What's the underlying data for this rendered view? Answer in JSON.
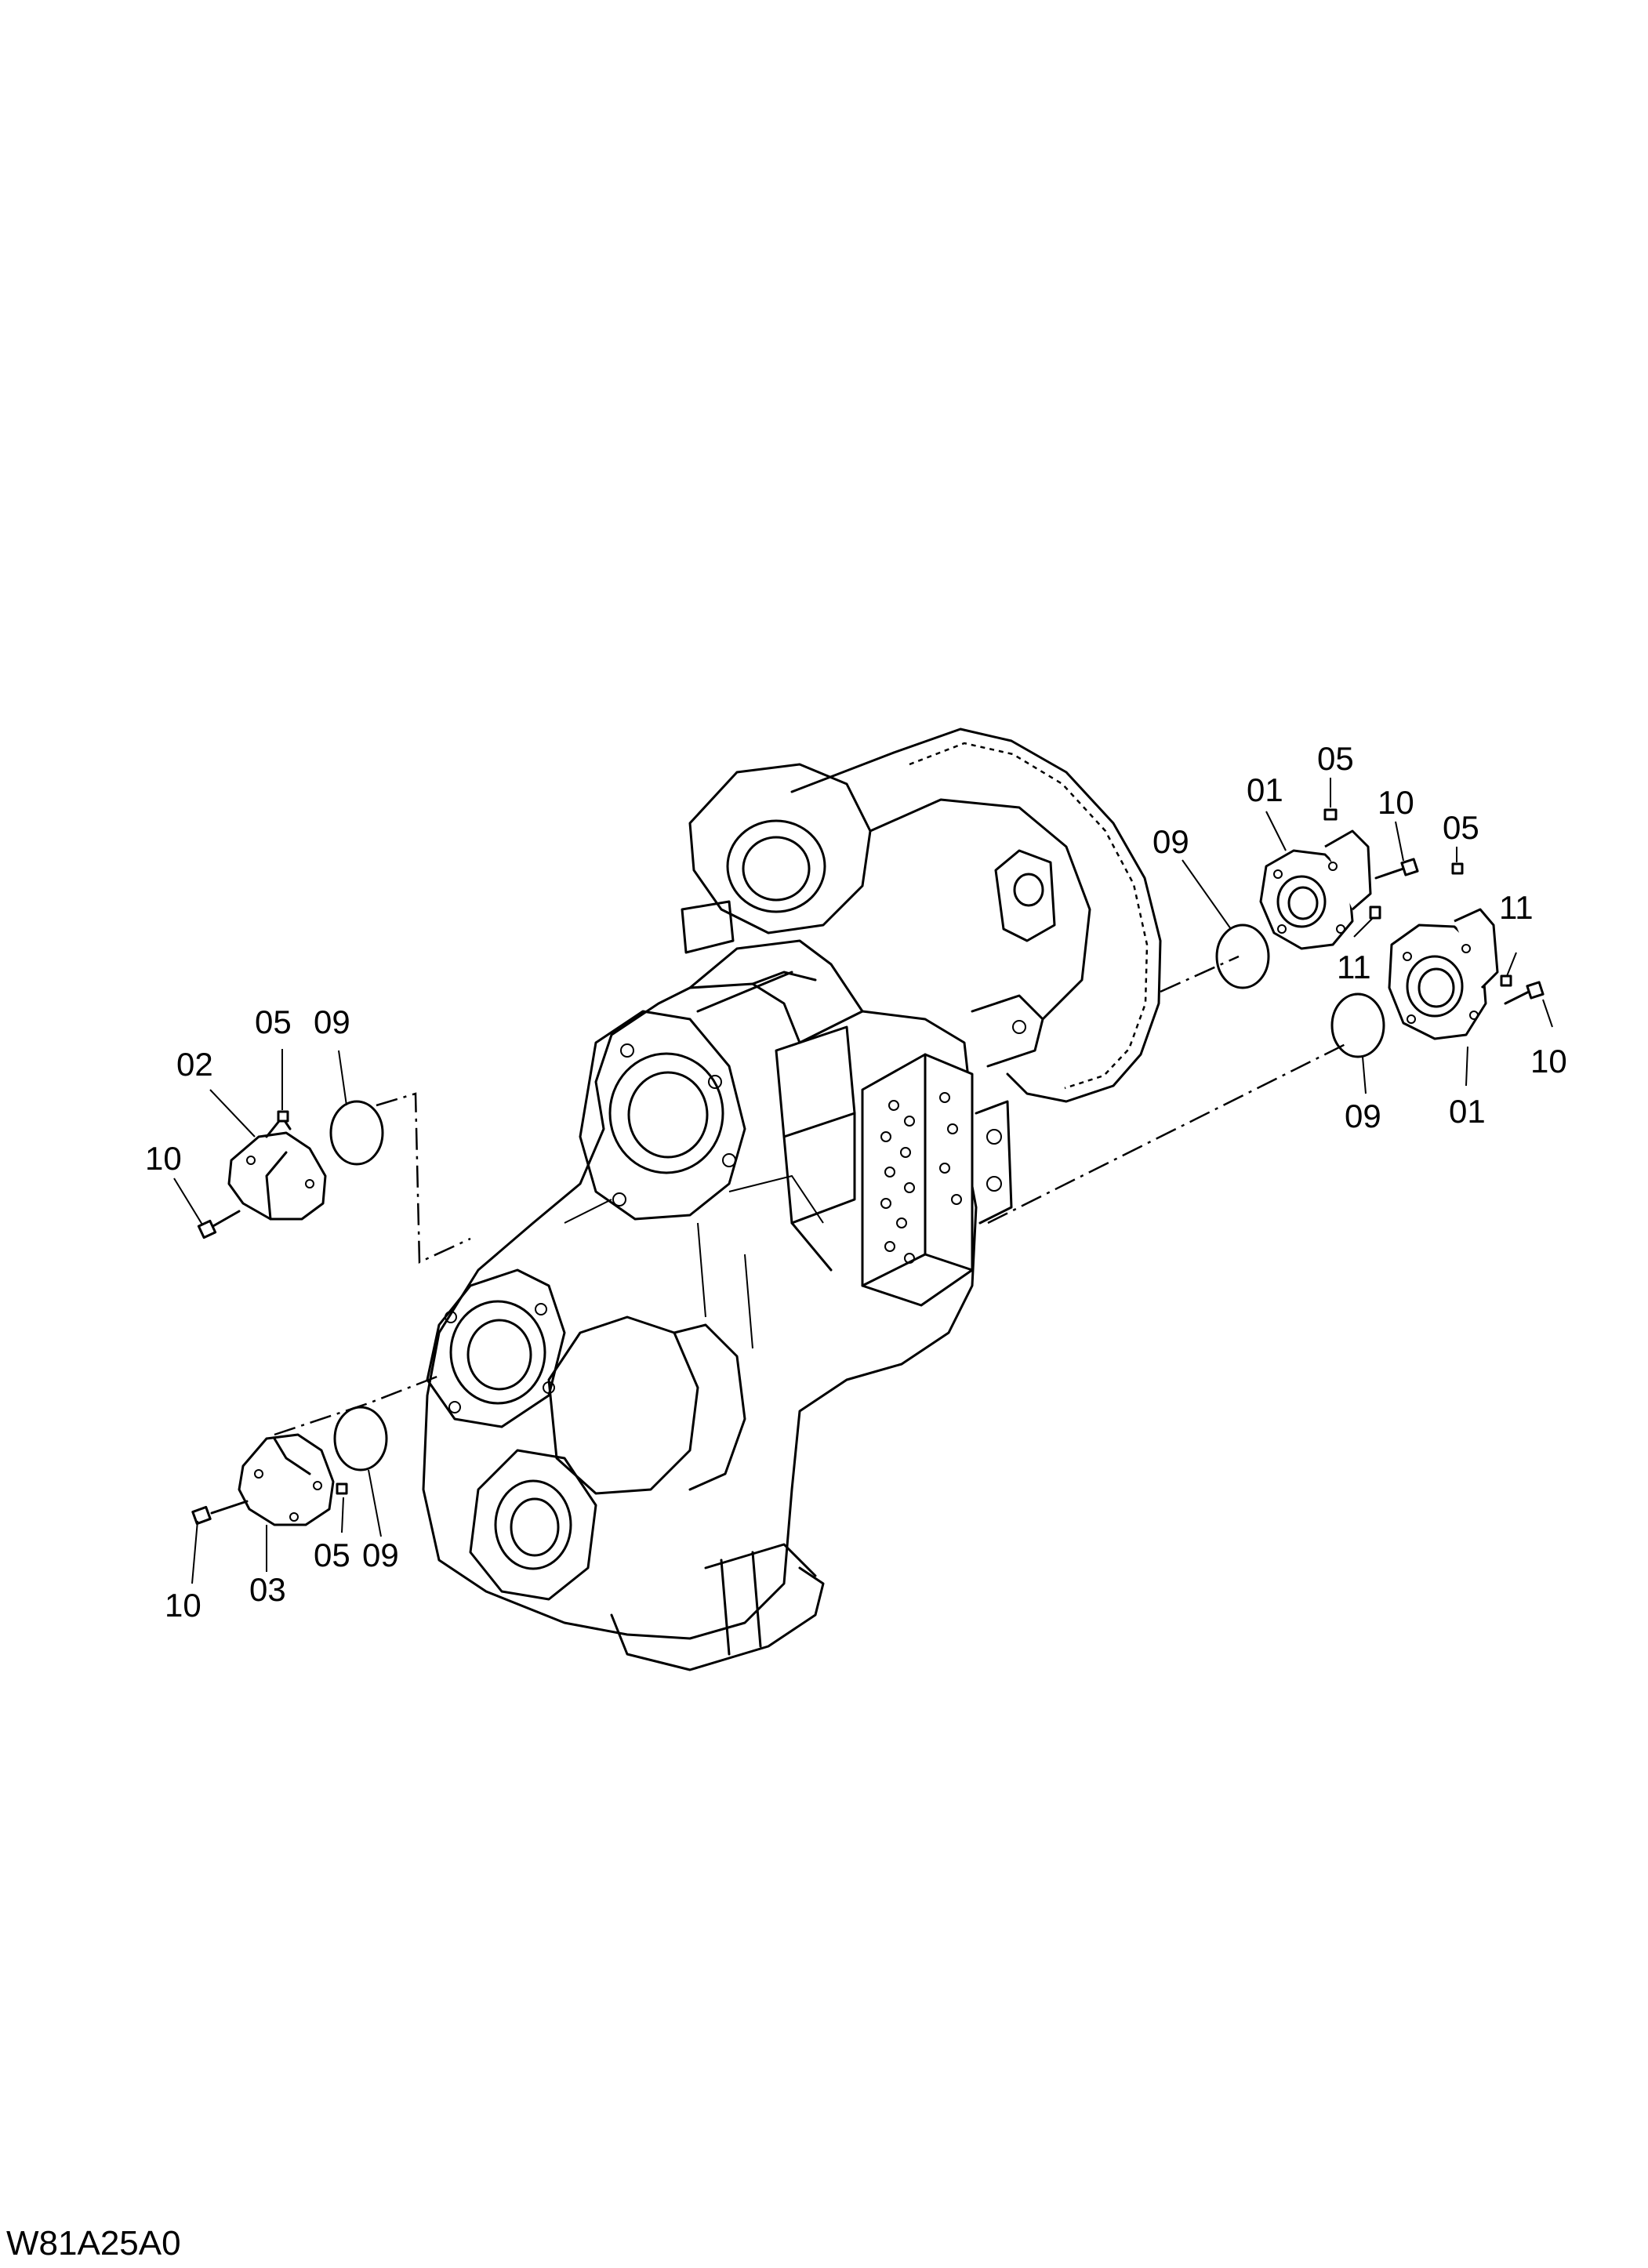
{
  "drawing_code": "W81A25A0",
  "callouts": [
    {
      "id": "c01a",
      "label": "01"
    },
    {
      "id": "c05a",
      "label": "05"
    },
    {
      "id": "c10a",
      "label": "10"
    },
    {
      "id": "c09a",
      "label": "09"
    },
    {
      "id": "c05b",
      "label": "05"
    },
    {
      "id": "c11a",
      "label": "11"
    },
    {
      "id": "c11b",
      "label": "11"
    },
    {
      "id": "c10b",
      "label": "10"
    },
    {
      "id": "c01b",
      "label": "01"
    },
    {
      "id": "c09b",
      "label": "09"
    },
    {
      "id": "c05c",
      "label": "05"
    },
    {
      "id": "c09c",
      "label": "09"
    },
    {
      "id": "c02",
      "label": "02"
    },
    {
      "id": "c10c",
      "label": "10"
    },
    {
      "id": "c05d",
      "label": "05"
    },
    {
      "id": "c09d",
      "label": "09"
    },
    {
      "id": "c03",
      "label": "03"
    },
    {
      "id": "c10d",
      "label": "10"
    }
  ]
}
